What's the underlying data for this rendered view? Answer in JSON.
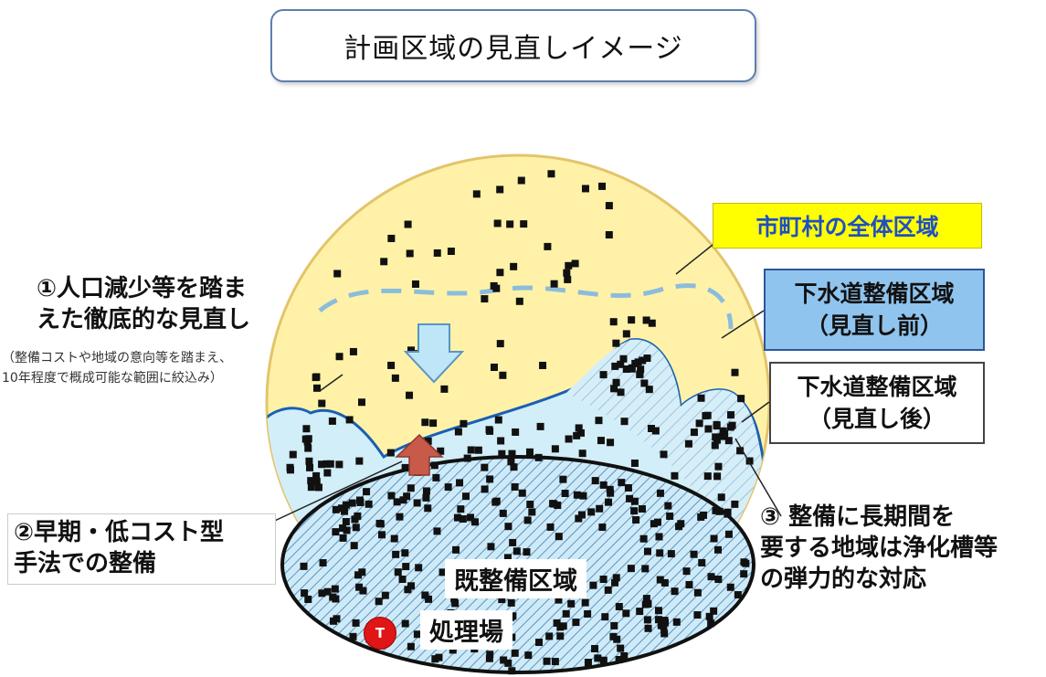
{
  "title": "計画区域の見直しイメージ",
  "labels": {
    "whole_area": "市町村の全体区域",
    "before_line1": "下水道整備区域",
    "before_line2": "（見直し前）",
    "after_line1": "下水道整備区域",
    "after_line2": "（見直し後）",
    "existing_area": "既整備区域",
    "treatment_plant": "処理場",
    "plant_marker": "T"
  },
  "notes": {
    "note1_line1": "①人口減少等を踏ま",
    "note1_line2": "えた徹底的な見直し",
    "note1_sub_line1": "（整備コストや地域の意向等を踏まえ、",
    "note1_sub_line2": "10年程度で概成可能な範囲に絞込み）",
    "note2_line1": "②早期・低コスト型",
    "note2_line2": "手法での整備",
    "note3_line1": "③ 整備に長期間を",
    "note3_line2": "要する地域は浄化槽等",
    "note3_line3": "の弾力的な対応"
  },
  "colors": {
    "whole_area_fill": "#fff2a8",
    "sewer_area_fill": "#d2eef8",
    "existing_area_fill": "#bfe3f2",
    "boundary": "#1a5fb4",
    "dashed_boundary": "#8cbcdc",
    "arrow_down": "#bfe6f7",
    "arrow_up": "#c85a4a",
    "highlight_yellow": "#ffff00",
    "label_blue": "#8fc4ee",
    "marker_red": "#e01515"
  },
  "icons": {
    "arrow_down": "down-arrow-icon",
    "arrow_up": "up-arrow-icon",
    "plant_marker": "treatment-plant-marker-icon"
  }
}
